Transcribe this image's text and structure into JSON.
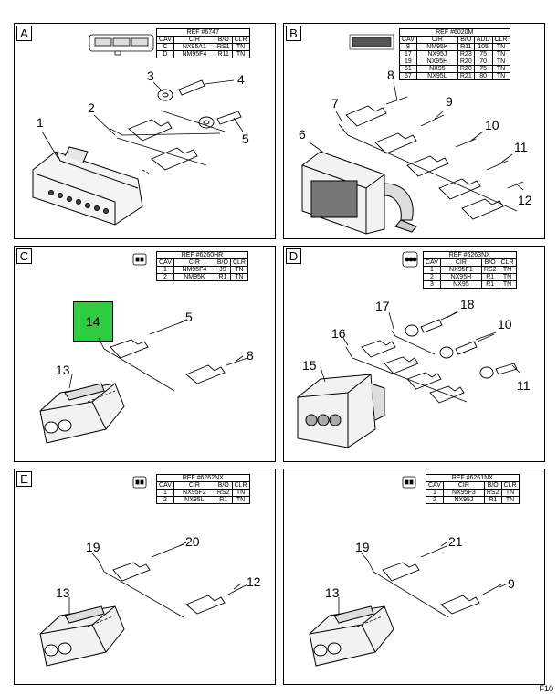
{
  "panels": [
    {
      "label": "A",
      "ref": "REF #6747",
      "columns": [
        "CAV",
        "CIR",
        "B/O",
        "CLR"
      ],
      "rows": [
        [
          "C",
          "NX95A1",
          "RS1",
          "TN"
        ],
        [
          "D",
          "NM95F4",
          "R11",
          "TN"
        ]
      ],
      "callouts": [
        "1",
        "2",
        "3",
        "4",
        "5"
      ]
    },
    {
      "label": "B",
      "ref": "REF #6020M",
      "columns": [
        "CAV",
        "CIR",
        "B/O",
        "ADD",
        "CLR"
      ],
      "rows": [
        [
          "8",
          "NM95K",
          "R11",
          "105",
          "TN"
        ],
        [
          "17",
          "NX95J",
          "R23",
          "75",
          "TN"
        ],
        [
          "19",
          "NX95H",
          "R20",
          "70",
          "TN"
        ],
        [
          "51",
          "NX95",
          "R20",
          "75",
          "TN"
        ],
        [
          "67",
          "NX95L",
          "R21",
          "80",
          "TN"
        ]
      ],
      "callouts": [
        "6",
        "7",
        "8",
        "9",
        "10",
        "11",
        "12"
      ]
    },
    {
      "label": "C",
      "ref": "REF #6260HR",
      "columns": [
        "CAV",
        "CIR",
        "B/O",
        "CLR"
      ],
      "rows": [
        [
          "1",
          "NM95F4",
          "J9",
          "TN"
        ],
        [
          "2",
          "NM95K",
          "R1",
          "TN"
        ]
      ],
      "callouts": [
        "13",
        "14",
        "5",
        "8"
      ]
    },
    {
      "label": "D",
      "ref": "REF #6263NX",
      "columns": [
        "CAV",
        "CIR",
        "B/O",
        "CLR"
      ],
      "rows": [
        [
          "1",
          "NX95F1",
          "RS2",
          "TN"
        ],
        [
          "2",
          "NX95H",
          "R1",
          "TN"
        ],
        [
          "3",
          "NX95",
          "R1",
          "TN"
        ]
      ],
      "callouts": [
        "15",
        "16",
        "17",
        "18",
        "10",
        "11"
      ]
    },
    {
      "label": "E",
      "ref": "REF #6262NX",
      "columns": [
        "CAV",
        "CIR",
        "B/O",
        "CLR"
      ],
      "rows": [
        [
          "1",
          "NX95F2",
          "RS2",
          "TN"
        ],
        [
          "2",
          "NX95L",
          "R1",
          "TN"
        ]
      ],
      "callouts": [
        "19",
        "20",
        "12",
        "13"
      ]
    },
    {
      "label": "",
      "ref": "REF #6261NX",
      "columns": [
        "CAV",
        "CIR",
        "B/O",
        "CLR"
      ],
      "rows": [
        [
          "1",
          "NX95F3",
          "RS2",
          "TN"
        ],
        [
          "2",
          "NX95J",
          "R1",
          "TN"
        ]
      ],
      "callouts": [
        "19",
        "21",
        "9",
        "13"
      ]
    }
  ],
  "highlight_color": "#2ecc40",
  "corner_code": "F10"
}
